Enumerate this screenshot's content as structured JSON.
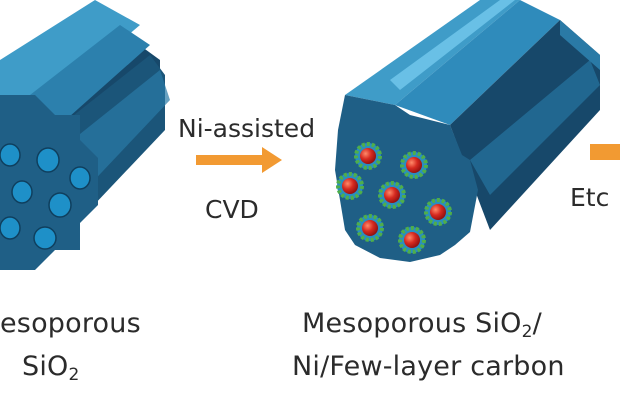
{
  "step_labels": {
    "step1_top": "Ni-assisted",
    "step1_bottom": "CVD",
    "step2_top": "Etc"
  },
  "material_labels": {
    "left_line1": "esoporous",
    "left_line2_main": "SiO",
    "left_line2_sub": "2",
    "mid_line1_main": "Mesoporous SiO",
    "mid_line1_sub": "2",
    "mid_line1_tail": "/",
    "mid_line2": "Ni/Few-layer carbon"
  },
  "colors": {
    "rod_face": "#1f5f86",
    "rod_top": "#3f9cc8",
    "rod_side": "#17486a",
    "pore": "#1e90c8",
    "arrow": "#f29a32",
    "nickel": "#c8231f",
    "carbon": "#4fae4a"
  }
}
